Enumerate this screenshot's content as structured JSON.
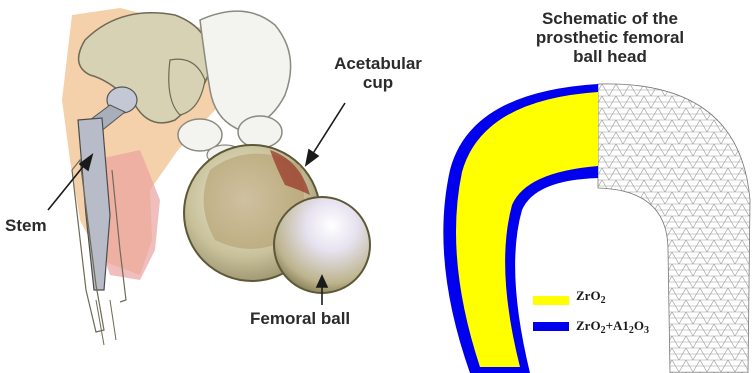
{
  "schematic_title_lines": [
    "Schematic of the",
    "prosthetic femoral",
    "ball head"
  ],
  "labels": {
    "acetabular_cup_lines": [
      "Acetabular",
      "cup"
    ],
    "stem": "Stem",
    "femoral_ball": "Femoral ball"
  },
  "legend": [
    {
      "formula": [
        "ZrO",
        "2"
      ],
      "color": "#ffff00"
    },
    {
      "formula": [
        "ZrO",
        "2",
        "+A1",
        "2",
        "O",
        "3"
      ],
      "color": "#0000ee"
    }
  ],
  "colors": {
    "zirconia": "#ffff00",
    "zirconia_alumina": "#0000ee",
    "mesh": "#9a9a9a",
    "bone": "#d8d2b4",
    "skin": "#f2c89c"
  }
}
